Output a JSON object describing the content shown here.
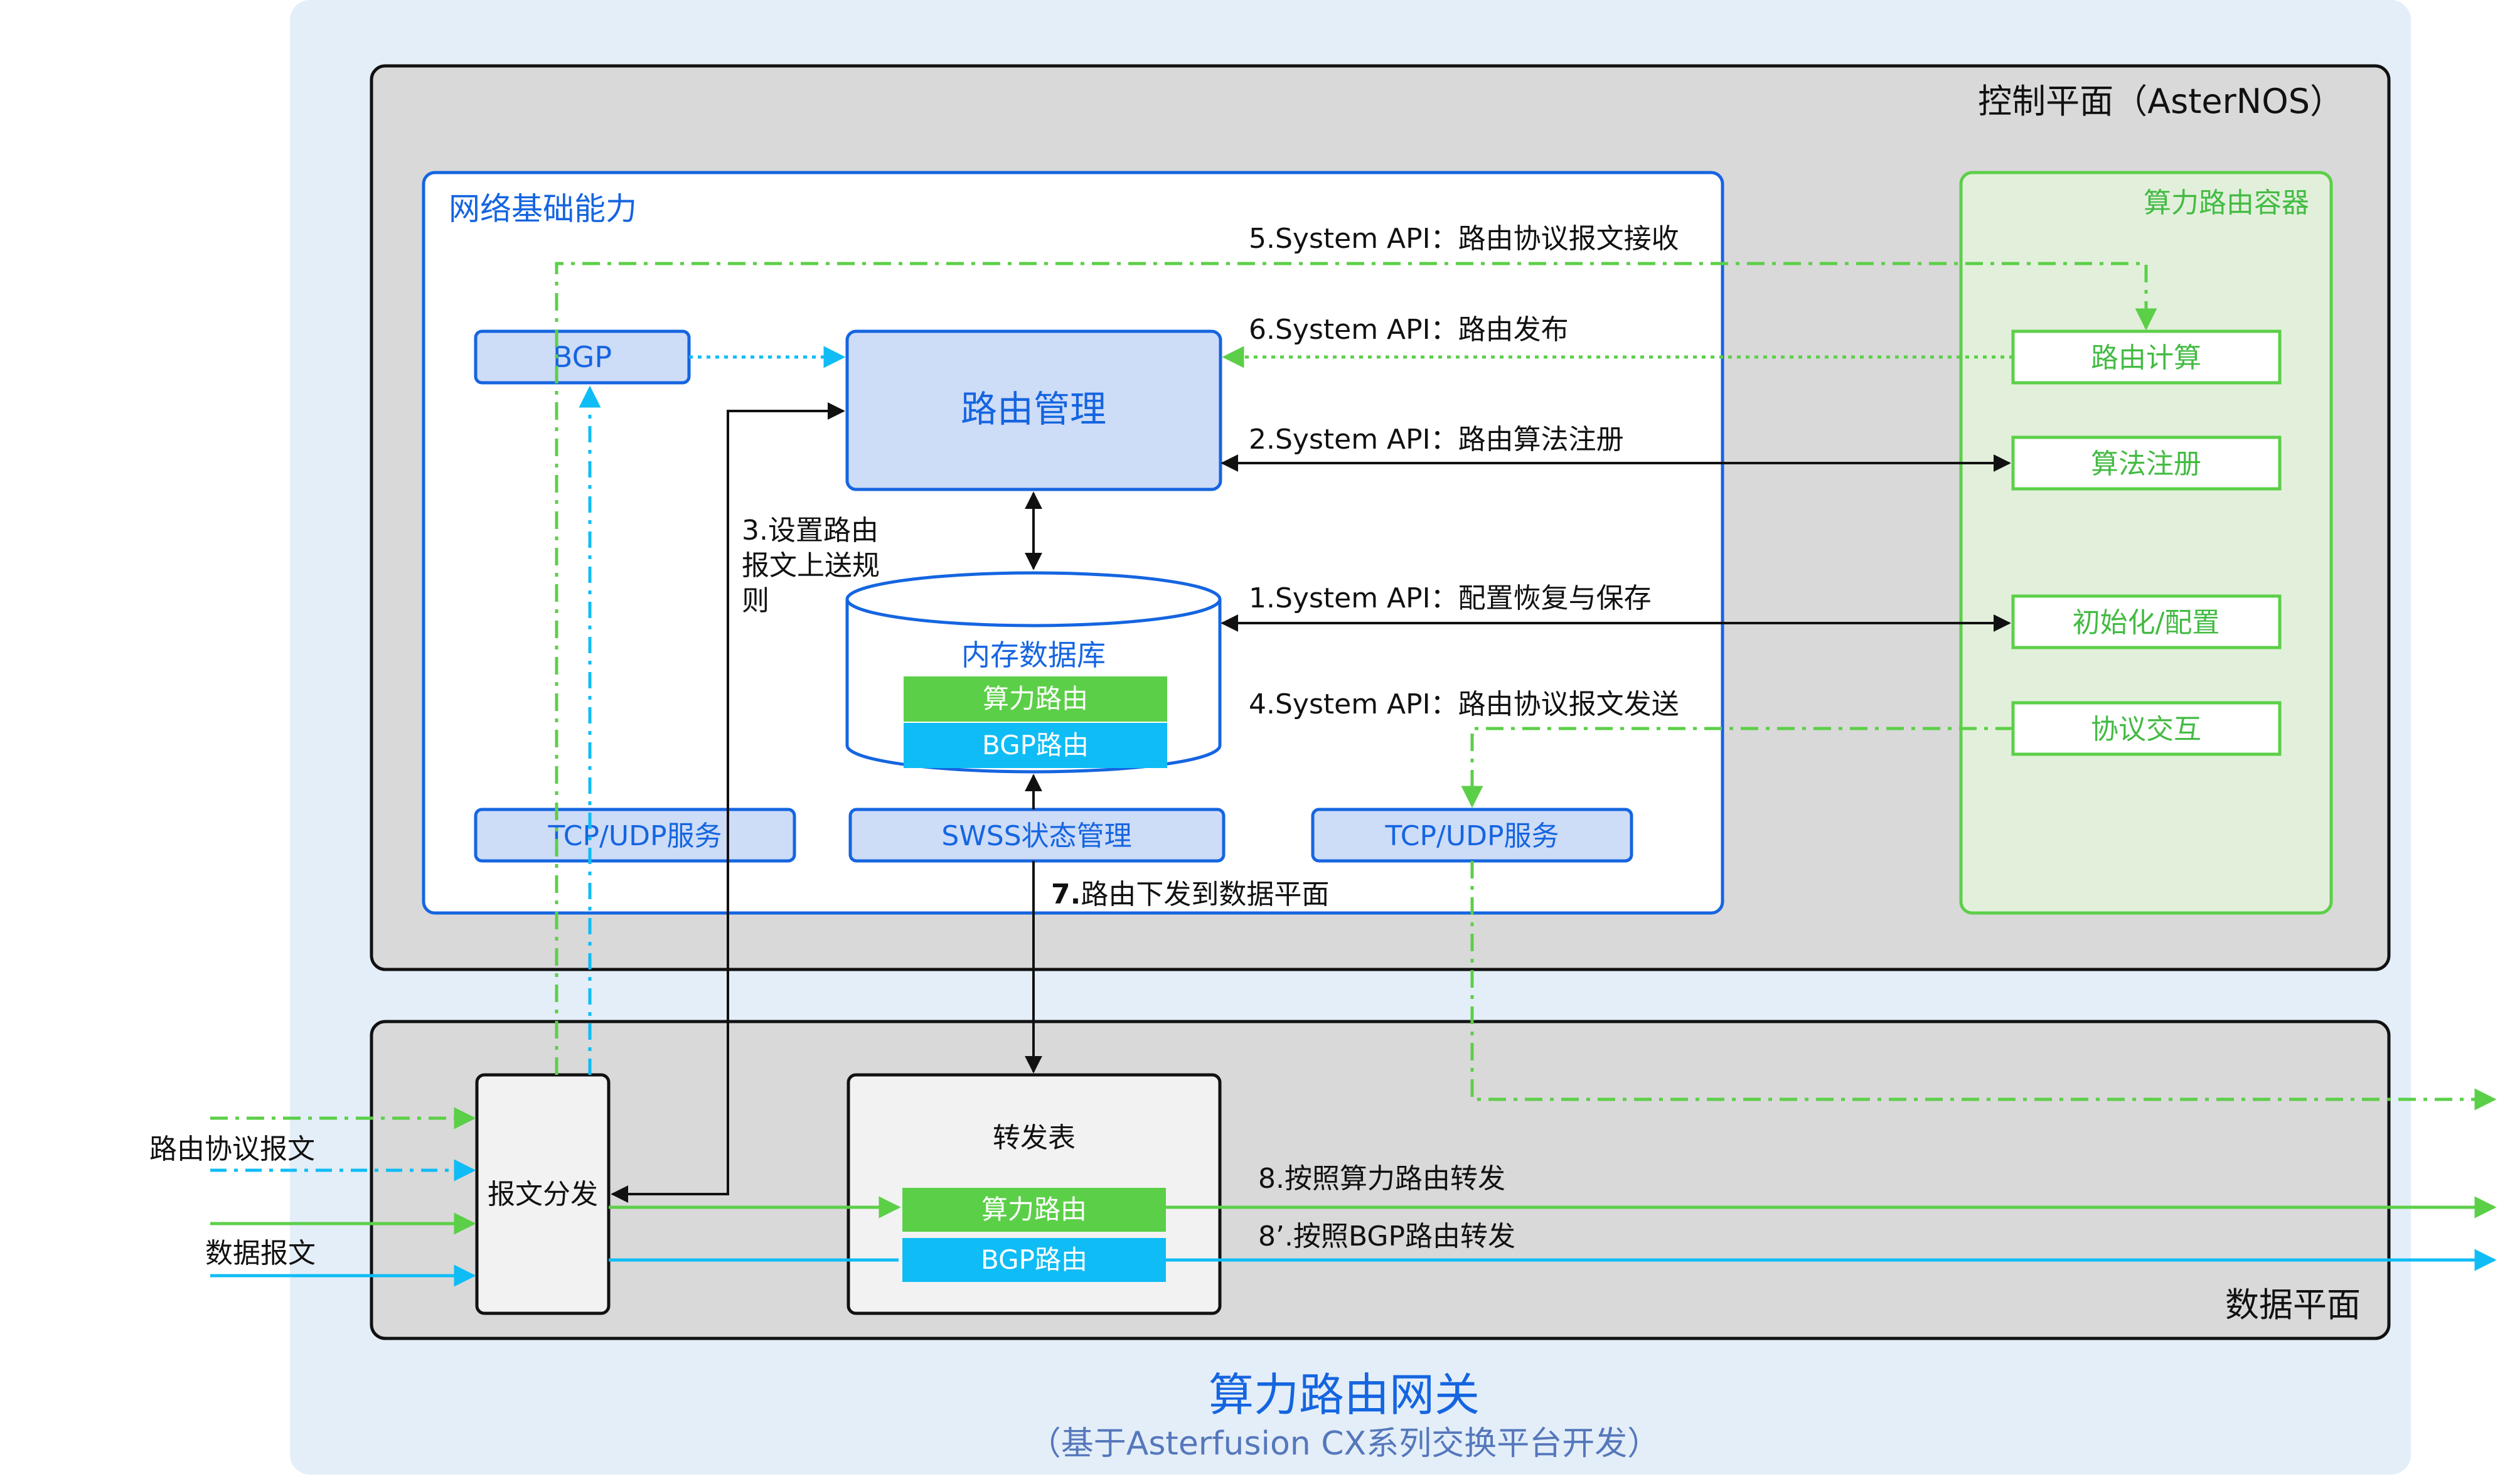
{
  "gateway": {
    "title": "算力路由网关",
    "subtitle": "（基于Asterfusion CX系列交换平台开发）"
  },
  "control_plane": {
    "label": "控制平面（AsterNOS）",
    "network_core": {
      "label": "网络基础能力",
      "bgp": "BGP",
      "route_mgmt": "路由管理",
      "memory_db": {
        "label": "内存数据库",
        "compute_route": "算力路由",
        "bgp_route": "BGP路由"
      },
      "tcp_udp_left": "TCP/UDP服务",
      "swss": "SWSS状态管理",
      "tcp_udp_right": "TCP/UDP服务"
    },
    "container": {
      "label": "算力路由容器",
      "route_calc": "路由计算",
      "algo_reg": "算法注册",
      "init_config": "初始化/配置",
      "proto_interact": "协议交互"
    }
  },
  "data_plane": {
    "label": "数据平面",
    "packet_dispatch": "报文分发",
    "forward_table": {
      "label": "转发表",
      "compute_route": "算力路由",
      "bgp_route": "BGP路由"
    }
  },
  "inputs": {
    "proto_pkt": "路由协议报文",
    "data_pkt": "数据报文"
  },
  "flows": {
    "f5": "5.System API：路由协议报文接收",
    "f6": "6.System API：路由发布",
    "f2": "2.System API：路由算法注册",
    "f1": "1.System API：配置恢复与保存",
    "f4": "4.System API：路由协议报文发送",
    "f3_line1": "3.设置路由",
    "f3_line2": "报文上送规",
    "f3_line3": "则",
    "f7_num": "7.",
    "f7_text": "路由下发到数据平面",
    "f8": "8.按照算力路由转发",
    "f8p": "8’.按照BGP路由转发"
  },
  "colors": {
    "gateway_bg": "#e3eef9",
    "plane_bg": "#d9d9d9",
    "blue_border": "#1565e0",
    "blue_text": "#1565e0",
    "light_blue_box": "#cddcf7",
    "green_container_bg": "#e2f0db",
    "green_border": "#5ccf48",
    "green_text": "#44bb44",
    "green_fill": "#5ccf48",
    "cyan_fill": "#0fbcf5",
    "black": "#111111"
  }
}
